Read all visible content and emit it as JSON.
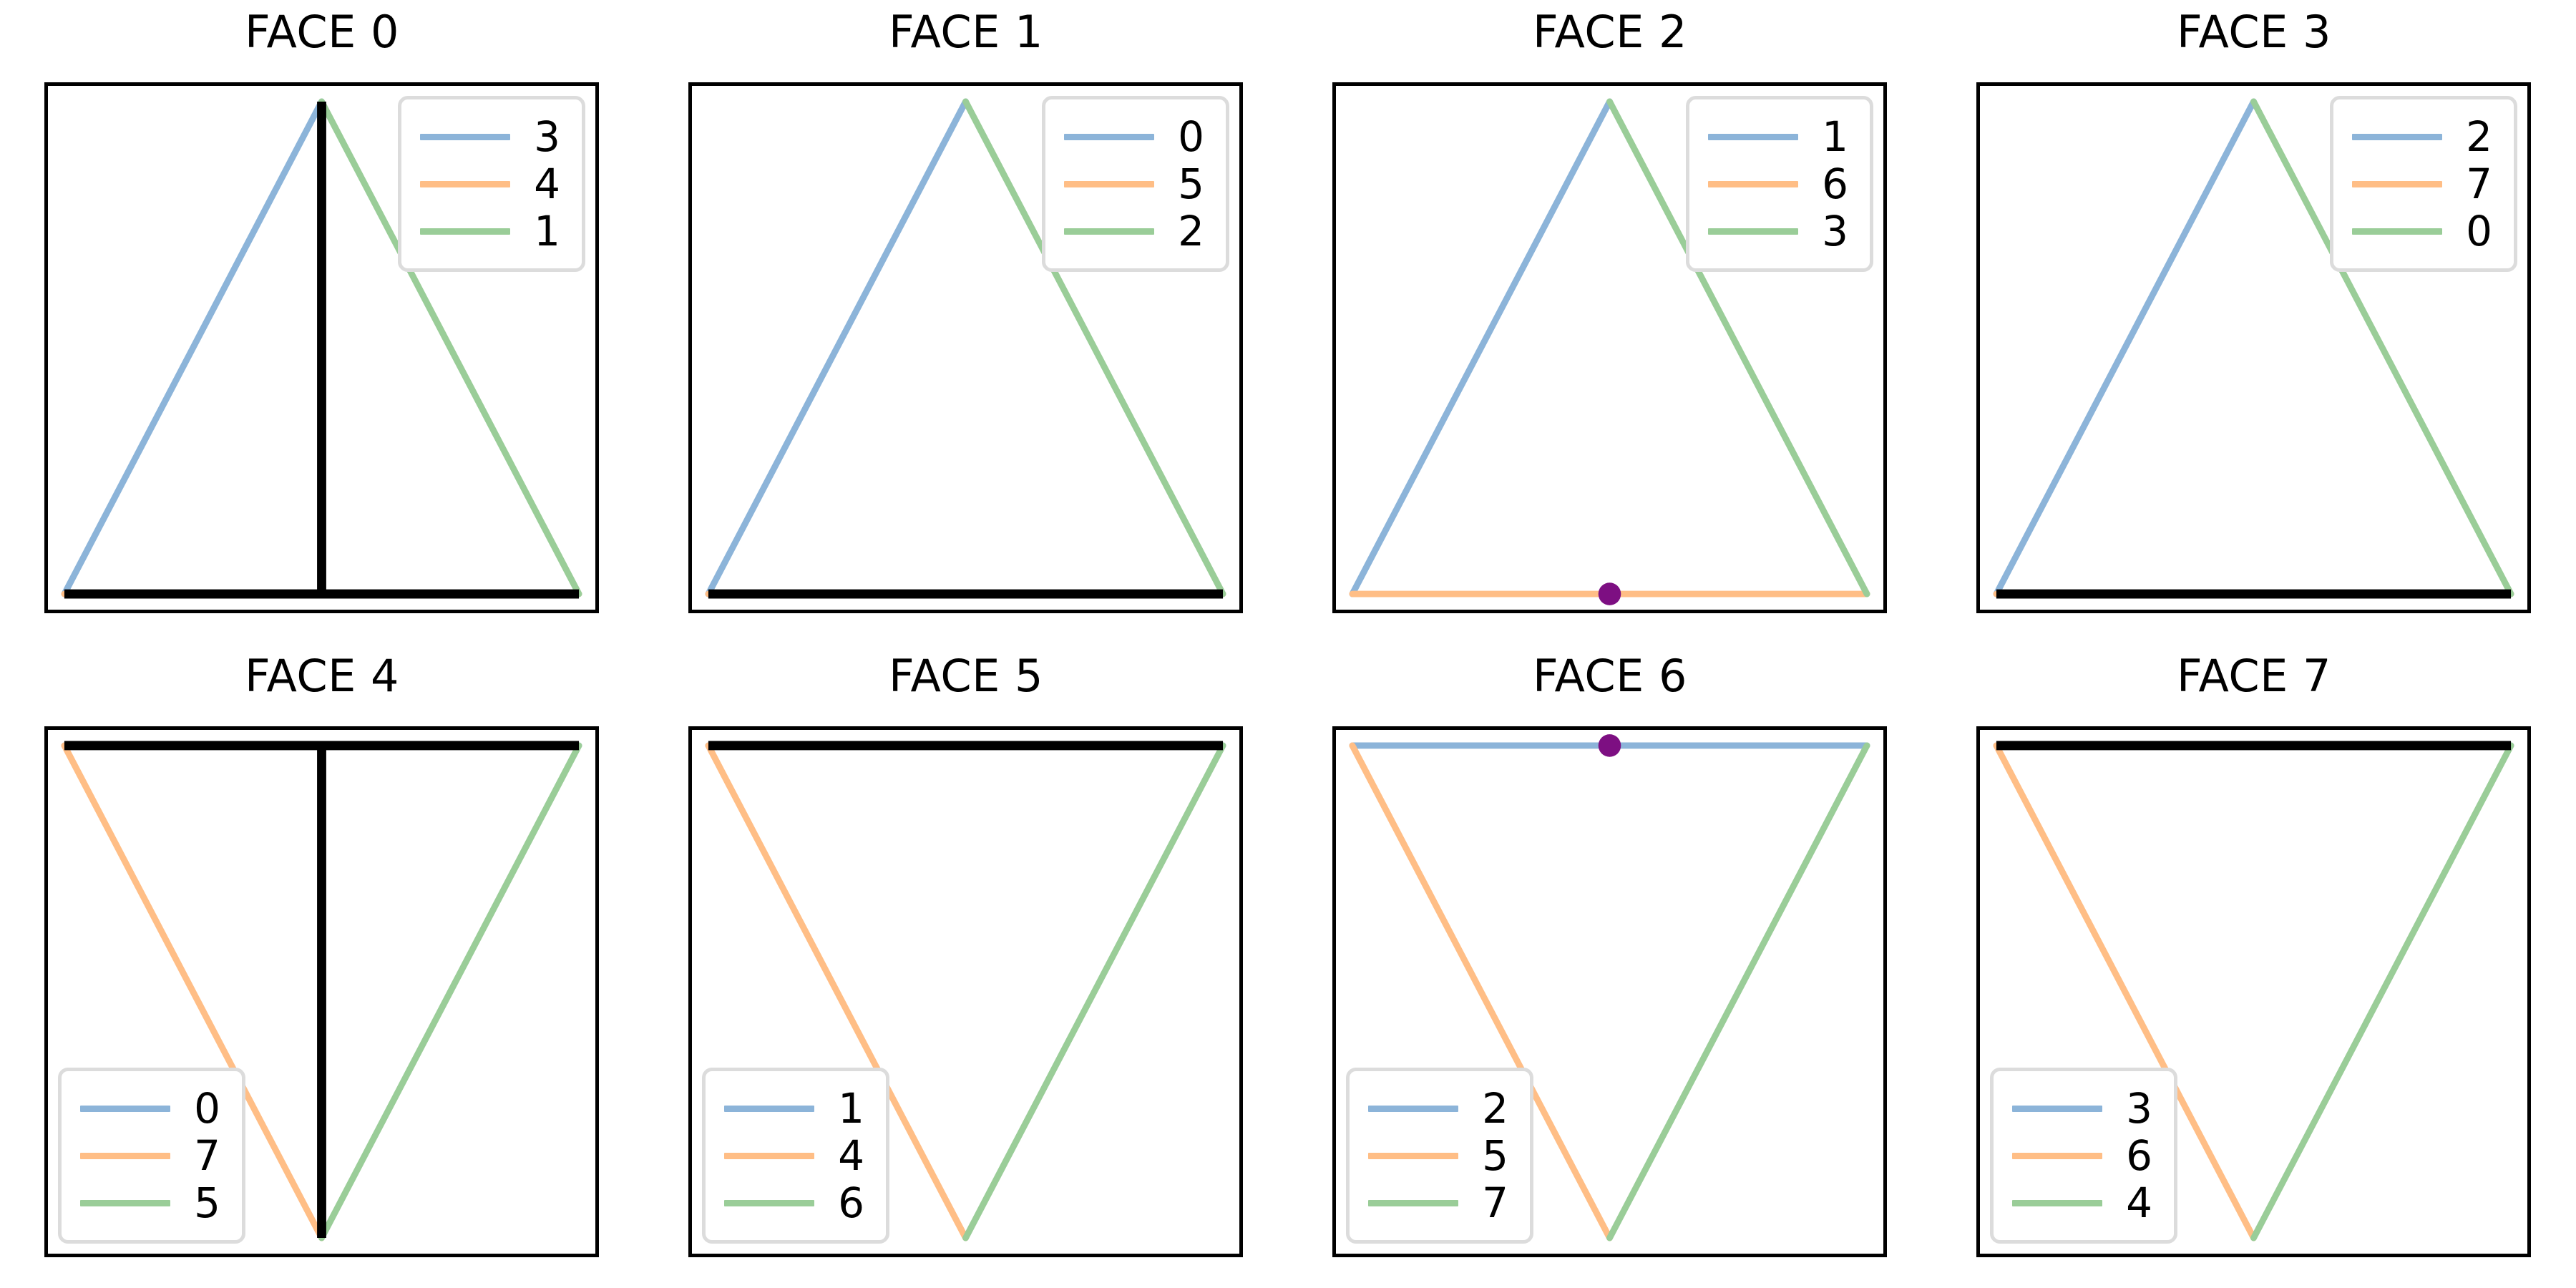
{
  "figure": {
    "title": "",
    "rows": 2,
    "cols": 4,
    "background": "#ffffff"
  },
  "palette": {
    "edge_blue": "#8cb4d9",
    "edge_orange": "#ffbe86",
    "edge_green": "#9acd98",
    "highlight_black": "#000000",
    "marker_purple": "#7d0f82",
    "legend_border": "#dcdcdc",
    "axes_border": "#000000"
  },
  "chart_data": {
    "type": "line",
    "title": "",
    "xlabel": "",
    "ylabel": "",
    "xlim": [
      0,
      1
    ],
    "ylim": [
      0,
      1
    ],
    "grid": false,
    "legend_position_top_row": "upper right",
    "legend_position_bottom_row": "lower left",
    "marker_label": "midpoint-marker",
    "panels": [
      {
        "title": "FACE 0",
        "index": 0,
        "orientation": "up",
        "legend_position": "upper right",
        "legend": [
          {
            "label": "3",
            "color": "#8cb4d9"
          },
          {
            "label": "4",
            "color": "#ffbe86"
          },
          {
            "label": "1",
            "color": "#9acd98"
          }
        ],
        "edges": [
          {
            "label": "3",
            "color": "#8cb4d9",
            "x": [
              0.03,
              0.5
            ],
            "y": [
              0.03,
              0.97
            ]
          },
          {
            "label": "4",
            "color": "#ffbe86",
            "x": [
              0.03,
              0.97
            ],
            "y": [
              0.03,
              0.03
            ]
          },
          {
            "label": "1",
            "color": "#9acd98",
            "x": [
              0.5,
              0.97
            ],
            "y": [
              0.97,
              0.03
            ]
          }
        ],
        "highlights": [
          {
            "x": [
              0.03,
              0.97
            ],
            "y": [
              0.03,
              0.03
            ],
            "color": "#000000"
          },
          {
            "x": [
              0.5,
              0.5
            ],
            "y": [
              0.03,
              0.97
            ],
            "color": "#000000"
          }
        ],
        "markers": []
      },
      {
        "title": "FACE 1",
        "index": 1,
        "orientation": "up",
        "legend_position": "upper right",
        "legend": [
          {
            "label": "0",
            "color": "#8cb4d9"
          },
          {
            "label": "5",
            "color": "#ffbe86"
          },
          {
            "label": "2",
            "color": "#9acd98"
          }
        ],
        "edges": [
          {
            "label": "0",
            "color": "#8cb4d9",
            "x": [
              0.03,
              0.5
            ],
            "y": [
              0.03,
              0.97
            ]
          },
          {
            "label": "5",
            "color": "#ffbe86",
            "x": [
              0.03,
              0.97
            ],
            "y": [
              0.03,
              0.03
            ]
          },
          {
            "label": "2",
            "color": "#9acd98",
            "x": [
              0.5,
              0.97
            ],
            "y": [
              0.97,
              0.03
            ]
          }
        ],
        "highlights": [
          {
            "x": [
              0.03,
              0.97
            ],
            "y": [
              0.03,
              0.03
            ],
            "color": "#000000"
          }
        ],
        "markers": []
      },
      {
        "title": "FACE 2",
        "index": 2,
        "orientation": "up",
        "legend_position": "upper right",
        "legend": [
          {
            "label": "1",
            "color": "#8cb4d9"
          },
          {
            "label": "6",
            "color": "#ffbe86"
          },
          {
            "label": "3",
            "color": "#9acd98"
          }
        ],
        "edges": [
          {
            "label": "1",
            "color": "#8cb4d9",
            "x": [
              0.03,
              0.5
            ],
            "y": [
              0.03,
              0.97
            ]
          },
          {
            "label": "6",
            "color": "#ffbe86",
            "x": [
              0.03,
              0.97
            ],
            "y": [
              0.03,
              0.03
            ]
          },
          {
            "label": "3",
            "color": "#9acd98",
            "x": [
              0.5,
              0.97
            ],
            "y": [
              0.97,
              0.03
            ]
          }
        ],
        "highlights": [],
        "markers": [
          {
            "x": 0.5,
            "y": 0.03,
            "color": "#7d0f82"
          }
        ]
      },
      {
        "title": "FACE 3",
        "index": 3,
        "orientation": "up",
        "legend_position": "upper right",
        "legend": [
          {
            "label": "2",
            "color": "#8cb4d9"
          },
          {
            "label": "7",
            "color": "#ffbe86"
          },
          {
            "label": "0",
            "color": "#9acd98"
          }
        ],
        "edges": [
          {
            "label": "2",
            "color": "#8cb4d9",
            "x": [
              0.03,
              0.5
            ],
            "y": [
              0.03,
              0.97
            ]
          },
          {
            "label": "7",
            "color": "#ffbe86",
            "x": [
              0.03,
              0.97
            ],
            "y": [
              0.03,
              0.03
            ]
          },
          {
            "label": "0",
            "color": "#9acd98",
            "x": [
              0.5,
              0.97
            ],
            "y": [
              0.97,
              0.03
            ]
          }
        ],
        "highlights": [
          {
            "x": [
              0.03,
              0.97
            ],
            "y": [
              0.03,
              0.03
            ],
            "color": "#000000"
          }
        ],
        "markers": []
      },
      {
        "title": "FACE 4",
        "index": 4,
        "orientation": "down",
        "legend_position": "lower left",
        "legend": [
          {
            "label": "0",
            "color": "#8cb4d9"
          },
          {
            "label": "7",
            "color": "#ffbe86"
          },
          {
            "label": "5",
            "color": "#9acd98"
          }
        ],
        "edges": [
          {
            "label": "0",
            "color": "#8cb4d9",
            "x": [
              0.03,
              0.97
            ],
            "y": [
              0.97,
              0.97
            ]
          },
          {
            "label": "7",
            "color": "#ffbe86",
            "x": [
              0.03,
              0.5
            ],
            "y": [
              0.97,
              0.03
            ]
          },
          {
            "label": "5",
            "color": "#9acd98",
            "x": [
              0.5,
              0.97
            ],
            "y": [
              0.03,
              0.97
            ]
          }
        ],
        "highlights": [
          {
            "x": [
              0.03,
              0.97
            ],
            "y": [
              0.97,
              0.97
            ],
            "color": "#000000"
          },
          {
            "x": [
              0.5,
              0.5
            ],
            "y": [
              0.03,
              0.97
            ],
            "color": "#000000"
          }
        ],
        "markers": []
      },
      {
        "title": "FACE 5",
        "index": 5,
        "orientation": "down",
        "legend_position": "lower left",
        "legend": [
          {
            "label": "1",
            "color": "#8cb4d9"
          },
          {
            "label": "4",
            "color": "#ffbe86"
          },
          {
            "label": "6",
            "color": "#9acd98"
          }
        ],
        "edges": [
          {
            "label": "1",
            "color": "#8cb4d9",
            "x": [
              0.03,
              0.97
            ],
            "y": [
              0.97,
              0.97
            ]
          },
          {
            "label": "4",
            "color": "#ffbe86",
            "x": [
              0.03,
              0.5
            ],
            "y": [
              0.97,
              0.03
            ]
          },
          {
            "label": "6",
            "color": "#9acd98",
            "x": [
              0.5,
              0.97
            ],
            "y": [
              0.03,
              0.97
            ]
          }
        ],
        "highlights": [
          {
            "x": [
              0.03,
              0.97
            ],
            "y": [
              0.97,
              0.97
            ],
            "color": "#000000"
          }
        ],
        "markers": []
      },
      {
        "title": "FACE 6",
        "index": 6,
        "orientation": "down",
        "legend_position": "lower left",
        "legend": [
          {
            "label": "2",
            "color": "#8cb4d9"
          },
          {
            "label": "5",
            "color": "#ffbe86"
          },
          {
            "label": "7",
            "color": "#9acd98"
          }
        ],
        "edges": [
          {
            "label": "2",
            "color": "#8cb4d9",
            "x": [
              0.03,
              0.97
            ],
            "y": [
              0.97,
              0.97
            ]
          },
          {
            "label": "5",
            "color": "#ffbe86",
            "x": [
              0.03,
              0.5
            ],
            "y": [
              0.97,
              0.03
            ]
          },
          {
            "label": "7",
            "color": "#9acd98",
            "x": [
              0.5,
              0.97
            ],
            "y": [
              0.03,
              0.97
            ]
          }
        ],
        "highlights": [],
        "markers": [
          {
            "x": 0.5,
            "y": 0.97,
            "color": "#7d0f82"
          }
        ]
      },
      {
        "title": "FACE 7",
        "index": 7,
        "orientation": "down",
        "legend_position": "lower left",
        "legend": [
          {
            "label": "3",
            "color": "#8cb4d9"
          },
          {
            "label": "6",
            "color": "#ffbe86"
          },
          {
            "label": "4",
            "color": "#9acd98"
          }
        ],
        "edges": [
          {
            "label": "3",
            "color": "#8cb4d9",
            "x": [
              0.03,
              0.97
            ],
            "y": [
              0.97,
              0.97
            ]
          },
          {
            "label": "6",
            "color": "#ffbe86",
            "x": [
              0.03,
              0.5
            ],
            "y": [
              0.97,
              0.03
            ]
          },
          {
            "label": "4",
            "color": "#9acd98",
            "x": [
              0.5,
              0.97
            ],
            "y": [
              0.03,
              0.97
            ]
          }
        ],
        "highlights": [
          {
            "x": [
              0.03,
              0.97
            ],
            "y": [
              0.97,
              0.97
            ],
            "color": "#000000"
          }
        ],
        "markers": []
      }
    ]
  }
}
